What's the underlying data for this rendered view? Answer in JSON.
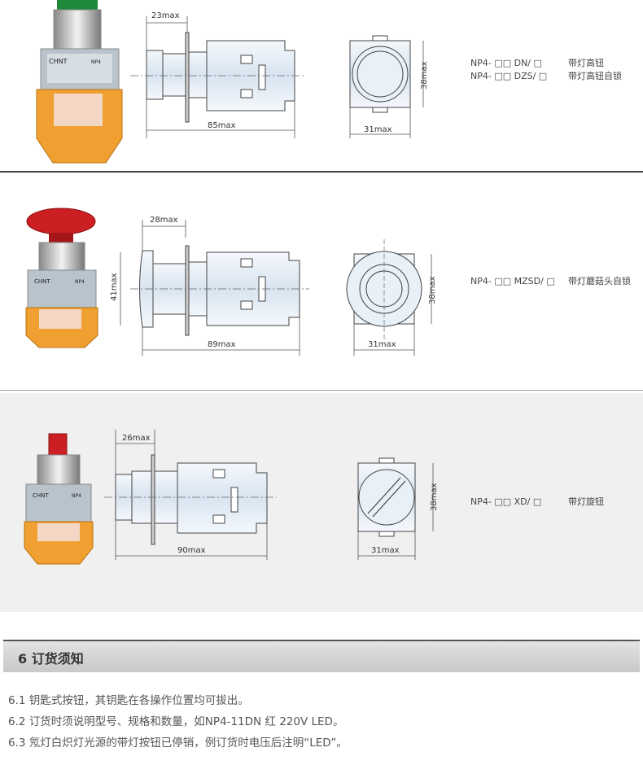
{
  "rows": [
    {
      "dims": {
        "top": "23max",
        "length": "85max",
        "width": "31max",
        "height": "38max"
      },
      "models": [
        {
          "code": "NP4- □□ DN/ □",
          "desc": "带灯高钮"
        },
        {
          "code": "NP4- □□ DZS/ □",
          "desc": "带灯高钮自锁"
        }
      ]
    },
    {
      "dims": {
        "top": "28max",
        "length": "89max",
        "width": "31max",
        "height": "38max",
        "left_height": "41max"
      },
      "models": [
        {
          "code": "NP4- □□ MZSD/ □",
          "desc": "带灯蘑菇头自锁"
        }
      ]
    },
    {
      "dims": {
        "top": "26max",
        "length": "90max",
        "width": "31max",
        "height": "38max"
      },
      "models": [
        {
          "code": "NP4- □□ XD/ □",
          "desc": "带灯旋钮"
        }
      ]
    }
  ],
  "product_label": {
    "brand": "CHNT",
    "model": "NP4"
  },
  "section": {
    "title": "6 订货须知"
  },
  "notes": [
    "6.1 钥匙式按钮，其钥匙在各操作位置均可拔出。",
    "6.2 订货时须说明型号、规格和数量，如NP4-11DN 红 220V LED。",
    "6.3 氖灯白炽灯光源的带灯按钮已停销，例订货时电压后注明“LED”。"
  ],
  "colors": {
    "body_blue": "#dbe7f3",
    "orange": "#f0a030",
    "green": "#1f8a3a",
    "red": "#cc1f24"
  }
}
